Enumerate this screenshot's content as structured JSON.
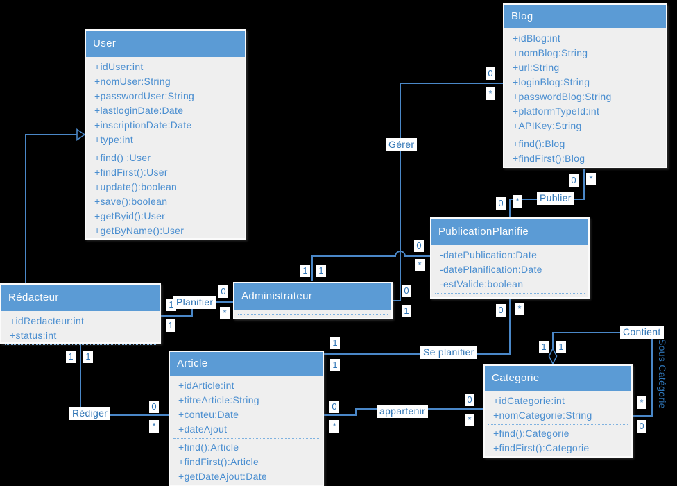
{
  "colors": {
    "background": "#000000",
    "class_header": "#5b9bd5",
    "class_body": "#efefef",
    "connector": "#4a87c7",
    "member_text": "#4a8ed0",
    "label_text": "#2e74b5"
  },
  "classes": {
    "user": {
      "name": "User",
      "attributes": [
        "+idUser:int",
        "+nomUser:String",
        "+passwordUser:String",
        "+lastloginDate:Date",
        "+inscriptionDate:Date",
        "+type:int"
      ],
      "methods": [
        "+find() :User",
        "+findFirst():User",
        "+update():boolean",
        "+save():boolean",
        "+getByid():User",
        "+getByName():User"
      ]
    },
    "blog": {
      "name": "Blog",
      "attributes": [
        "+idBlog:int",
        "+nomBlog:String",
        "+url:String",
        "+loginBlog:String",
        "+passwordBlog:String",
        "+platformTypeId:int",
        "+APIKey:String"
      ],
      "methods": [
        "+find():Blog",
        "+findFirst():Blog"
      ]
    },
    "redacteur": {
      "name": "Rédacteur",
      "attributes": [
        "+idRedacteur:int",
        "+status:int"
      ],
      "methods": []
    },
    "administrateur": {
      "name": "Administrateur",
      "attributes": [],
      "methods": []
    },
    "publication_planifie": {
      "name": "PublicationPlanifie",
      "attributes": [
        "-datePublication:Date",
        "-datePlanification:Date",
        "-estValide:boolean"
      ],
      "methods": []
    },
    "article": {
      "name": "Article",
      "attributes": [
        "+idArticle:int",
        "+titreArticle:String",
        "+conteu:Date",
        "+dateAjout"
      ],
      "methods": [
        "+find():Article",
        "+findFirst():Article",
        "+getDateAjout:Date"
      ]
    },
    "categorie": {
      "name": "Categorie",
      "attributes": [
        "+idCategorie:int",
        "+nomCategorie:String"
      ],
      "methods": [
        "+find():Categorie",
        "+findFirst():Categorie"
      ]
    }
  },
  "labels": {
    "gerer": "Gérer",
    "planifier": "Planifier",
    "publier": "Publier",
    "se_planifier": "Se planifier",
    "rediger": "Rédiger",
    "appartenir": "appartenir",
    "contient": "Contient",
    "sous_categorie": "Sous Catégorie"
  },
  "mults": {
    "gerer_blog": [
      "0",
      "*"
    ],
    "gerer_admin": [
      "0",
      "1"
    ],
    "planifier_redacteur": [
      "1",
      "1"
    ],
    "planifier_admin": [
      "0",
      "*"
    ],
    "adminpub_admin": [
      "1",
      "1"
    ],
    "adminpub_pub": [
      "0",
      "*"
    ],
    "publier_blog": [
      "0",
      "*"
    ],
    "publier_pub": [
      "0",
      "*"
    ],
    "seplanifier_article": [
      "1",
      "1"
    ],
    "seplanifier_pub": [
      "0",
      "*"
    ],
    "rediger_redacteur": [
      "1",
      "1"
    ],
    "rediger_article": [
      "0",
      "*"
    ],
    "appartenir_article": [
      "0",
      "*"
    ],
    "appartenir_categorie": [
      "0",
      "*"
    ],
    "contient_diamond": [
      "1",
      "1"
    ],
    "contient_right": [
      "*",
      "0"
    ]
  }
}
